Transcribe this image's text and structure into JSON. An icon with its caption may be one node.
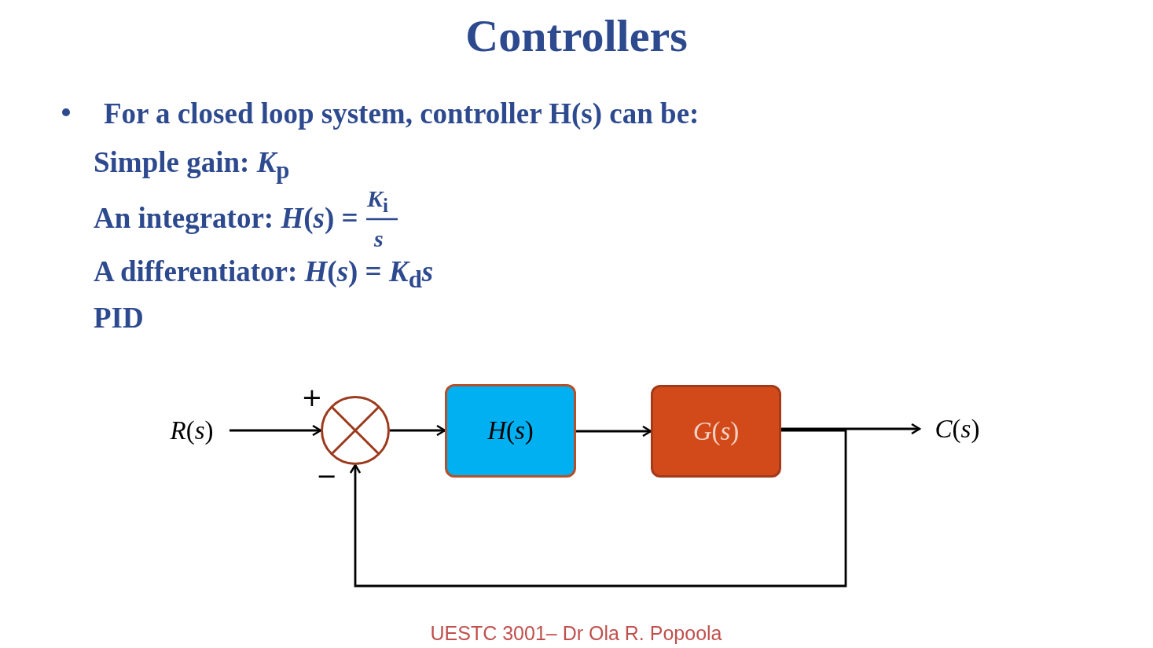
{
  "diagram": {
    "title": "Controllers",
    "nodes": [
      {
        "text": [
          "*R*(*s*)"
        ]
      },
      {
        "text": [],
        "shape": "circle",
        "beside": [
          "+",
          "−"
        ]
      },
      {
        "text": [
          "*H*(*s*)"
        ]
      },
      {
        "text": [
          "*G*(*s*)"
        ]
      },
      {
        "text": [
          "*C*(*s*)"
        ]
      }
    ],
    "edges": [
      {
        "from": 0,
        "to": 1,
        "arrow": "to"
      },
      {
        "from": 1,
        "to": 2,
        "arrow": "to"
      },
      {
        "from": 2,
        "to": 3,
        "arrow": "to"
      },
      {
        "from": 3,
        "to": 4,
        "arrow": "to"
      },
      {
        "from": 3,
        "to": 1,
        "arrow": "to"
      }
    ],
    "labels": [
      "For a closed loop system, controller H(s) can be:",
      "Simple gain: *K*$_{p}$",
      "An integrator: *H*(*s*) =",
      "*K*$_{i}$",
      "*s*",
      "A differentiator: *H*(*s*) = *K*$_{d}$*s*",
      "PID",
      "UESTC 3001– Dr Ola R. Popoola"
    ]
  }
}
